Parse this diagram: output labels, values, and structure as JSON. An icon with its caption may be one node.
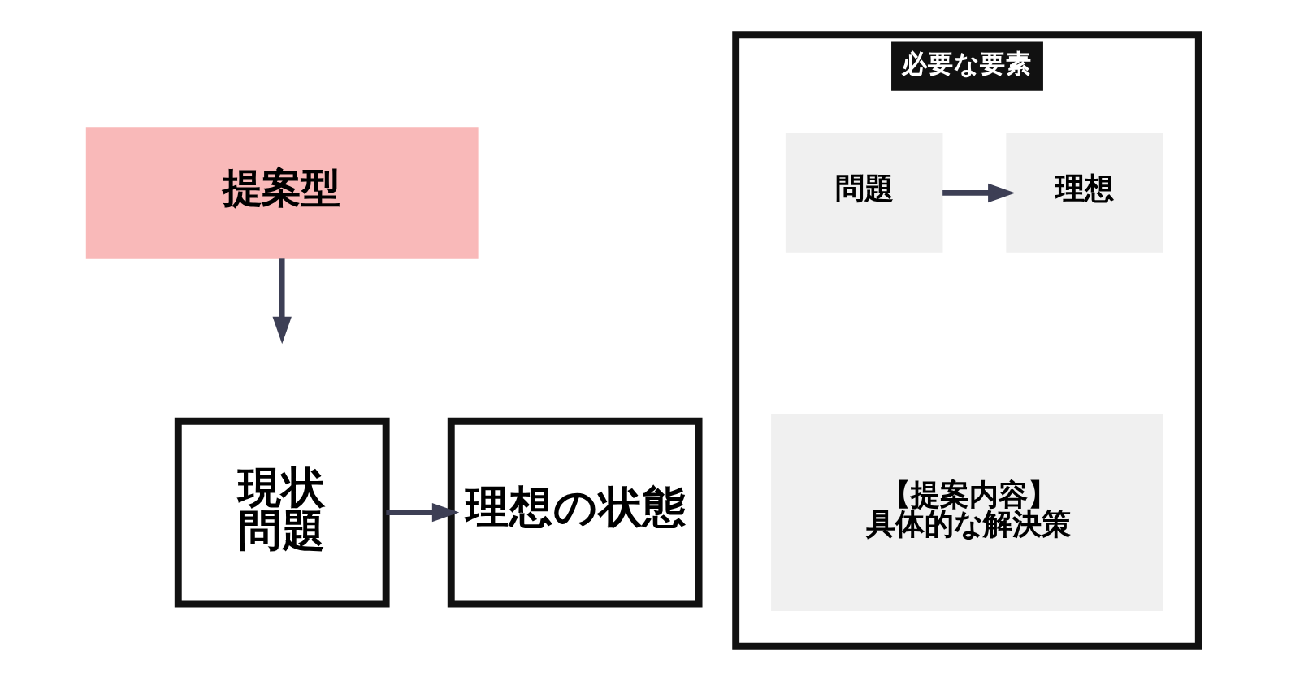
{
  "diagram": {
    "nodes": [
      {
        "text": [
          "提案型"
        ]
      },
      {
        "text": [
          "現状",
          "問題"
        ]
      },
      {
        "text": [
          "理想の状態"
        ]
      },
      {
        "text": [
          "必要な要素"
        ]
      },
      {
        "text": [
          "問題"
        ],
        "in": 3
      },
      {
        "text": [
          "理想"
        ],
        "in": 3
      },
      {
        "text": [
          "【提案内容】",
          "具体的な解決策"
        ],
        "in": 3
      }
    ],
    "edges": [
      {
        "from": 0,
        "to": null,
        "arrow": "to"
      },
      {
        "from": 1,
        "to": 2,
        "arrow": "to"
      },
      {
        "from": 4,
        "to": 5,
        "arrow": "to"
      }
    ]
  }
}
